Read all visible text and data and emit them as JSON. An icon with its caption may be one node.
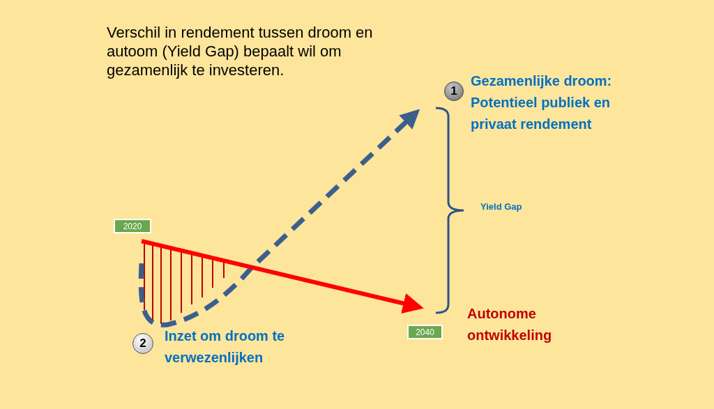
{
  "diagram": {
    "title": "Verschil in rendement tussen droom en autoom (Yield Gap) bepaalt wil om gezamenlijk te investeren.",
    "nodes": [
      {
        "text": [
          "2020"
        ]
      },
      {
        "text": [
          "2040"
        ]
      }
    ],
    "labels": [
      "1",
      "Gezamenlijke droom: Potentieel publiek en privaat rendement",
      "Yield Gap",
      "Autonome ontwikkeling",
      "2",
      "Inzet om droom te verwezenlijken"
    ]
  }
}
